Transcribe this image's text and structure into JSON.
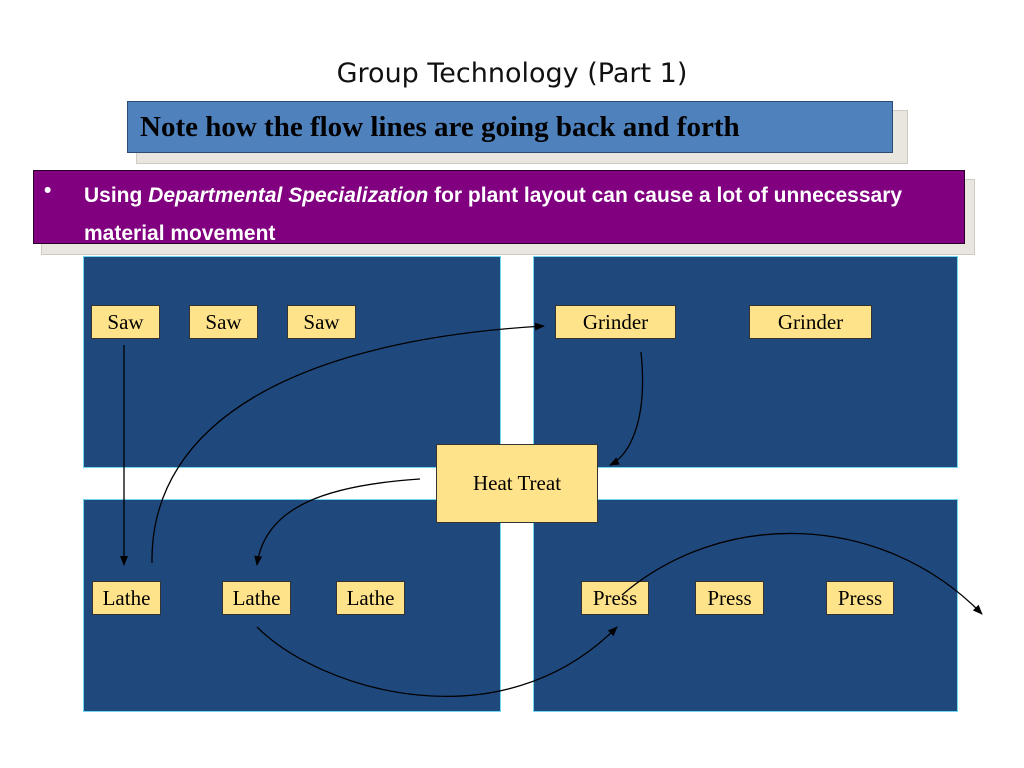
{
  "title": "Group Technology (Part 1)",
  "note": "Note how the flow lines are going back and forth",
  "bullet": {
    "marker": "•",
    "text_plain": "Using ",
    "text_italic": "Departmental Specialization",
    "text_rest": " for plant layout can cause a lot of unnecessary material movement"
  },
  "machines": {
    "saw1": "Saw",
    "saw2": "Saw",
    "saw3": "Saw",
    "grinder1": "Grinder",
    "grinder2": "Grinder",
    "heat_treat": "Heat Treat",
    "lathe1": "Lathe",
    "lathe2": "Lathe",
    "lathe3": "Lathe",
    "press1": "Press",
    "press2": "Press",
    "press3": "Press"
  },
  "colors": {
    "department": "#1f497d",
    "department_border": "#6fd8ef",
    "machine": "#ffe38b",
    "note_box": "#4f81bd",
    "bullet_box": "#800080"
  }
}
